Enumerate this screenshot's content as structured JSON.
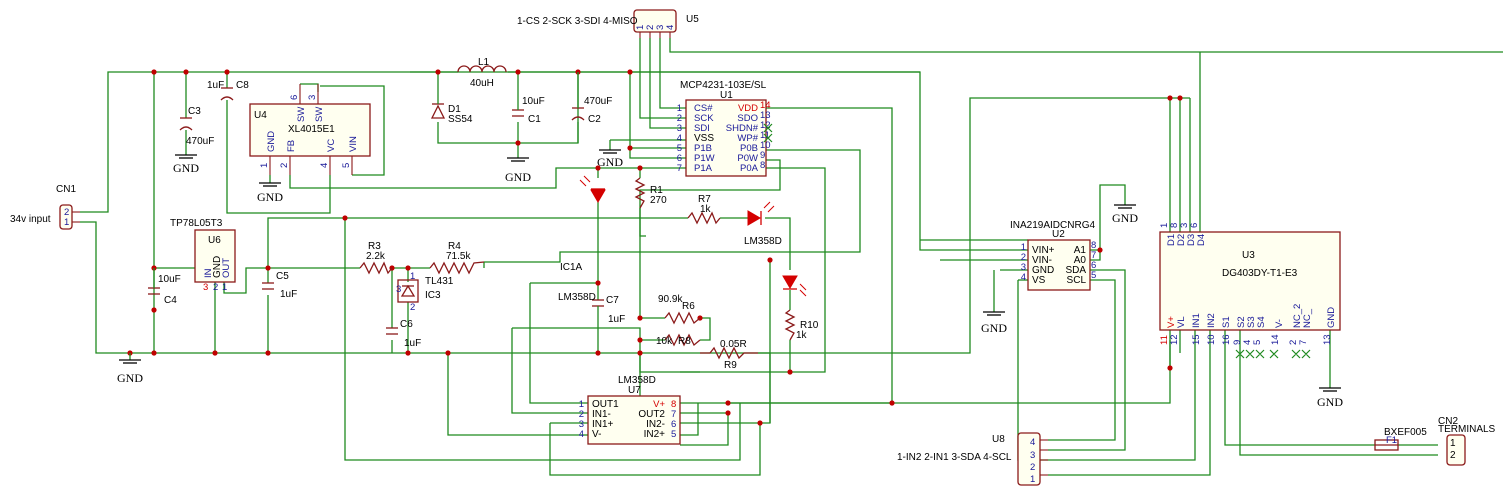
{
  "components": {
    "cn1": {
      "ref": "CN1",
      "label": "34v input",
      "pins": [
        "2",
        "1"
      ]
    },
    "u4": {
      "ref": "U4",
      "value": "XL4015E1",
      "pins": [
        "GND",
        "FB",
        "SW",
        "SW",
        "VC",
        "VIN"
      ],
      "pin_numbers": [
        "1",
        "2",
        "6",
        "3",
        "4",
        "5"
      ]
    },
    "c8": {
      "ref": "C8",
      "value": "1uF"
    },
    "c3": {
      "ref": "C3",
      "value": "470uF"
    },
    "l1": {
      "ref": "L1",
      "value": "40uH"
    },
    "d1": {
      "ref": "D1",
      "value": "SS54"
    },
    "c1": {
      "ref": "C1",
      "value": "10uF"
    },
    "c2": {
      "ref": "C2",
      "value": "470uF"
    },
    "u5": {
      "ref": "U5",
      "label": "1-CS 2-SCK 3-SDI 4-MISO",
      "pins": [
        "1",
        "2",
        "3",
        "4"
      ]
    },
    "u1": {
      "ref": "U1",
      "value": "MCP4231-103E/SL",
      "left_pins": [
        "CS#",
        "SCK",
        "SDI",
        "VSS",
        "P1B",
        "P1W",
        "P1A"
      ],
      "left_numbers": [
        "1",
        "2",
        "3",
        "4",
        "5",
        "6",
        "7"
      ],
      "right_pins": [
        "VDD",
        "SDO",
        "SHDN#",
        "WP#",
        "P0B",
        "P0W",
        "P0A"
      ],
      "right_numbers": [
        "14",
        "13",
        "12",
        "11",
        "10",
        "9",
        "8"
      ]
    },
    "u6": {
      "ref": "U6",
      "value": "TP78L05T3",
      "pins": [
        "IN",
        "GND",
        "OUT"
      ],
      "pin_numbers": [
        "3",
        "2",
        "1"
      ]
    },
    "c4": {
      "ref": "C4",
      "value": "10uF"
    },
    "c5": {
      "ref": "C5",
      "value": "1uF"
    },
    "r3": {
      "ref": "R3",
      "value": "2.2k"
    },
    "r4": {
      "ref": "R4",
      "value": "71.5k"
    },
    "ic3": {
      "ref": "IC3",
      "value": "TL431",
      "pins": [
        "1",
        "3",
        "2"
      ]
    },
    "c6": {
      "ref": "C6",
      "value": "1uF"
    },
    "ic1a": {
      "ref": "IC1A",
      "value": "LM358D"
    },
    "c7": {
      "ref": "C7",
      "value": "1uF",
      "extra": "LM358D"
    },
    "r1": {
      "ref": "R1",
      "value": "270"
    },
    "r7": {
      "ref": "R7",
      "value": "1k"
    },
    "led_label": {
      "value": "LM358D"
    },
    "r6": {
      "ref": "R6",
      "value": "90.9k"
    },
    "r8": {
      "ref": "R8",
      "value": "10k"
    },
    "r9": {
      "ref": "R9",
      "value": "0.05R"
    },
    "r10": {
      "ref": "R10",
      "value": "1k"
    },
    "u7": {
      "ref": "U7",
      "value": "LM358D",
      "left_pins": [
        "OUT1",
        "IN1-",
        "IN1+",
        "V-"
      ],
      "left_numbers": [
        "1",
        "2",
        "3",
        "4"
      ],
      "right_pins": [
        "V+",
        "OUT2",
        "IN2-",
        "IN2+"
      ],
      "right_numbers": [
        "8",
        "7",
        "6",
        "5"
      ]
    },
    "u2": {
      "ref": "U2",
      "value": "INA219AIDCNRG4",
      "left_pins": [
        "VIN+",
        "VIN-",
        "GND",
        "VS"
      ],
      "left_numbers": [
        "1",
        "2",
        "3",
        "4"
      ],
      "right_pins": [
        "A1",
        "A0",
        "SDA",
        "SCL"
      ],
      "right_numbers": [
        "8",
        "7",
        "6",
        "5"
      ]
    },
    "u3": {
      "ref": "U3",
      "value": "DG403DY-T1-E3",
      "top_pins": [
        "D1",
        "D2",
        "D3",
        "D4"
      ],
      "top_numbers": [
        "1",
        "8",
        "3",
        "6"
      ],
      "bottom_pins": [
        "V+",
        "VL",
        "IN1",
        "IN2",
        "S1",
        "S2",
        "S3",
        "S4",
        "V-",
        "NC_2",
        "NC_",
        "GND"
      ],
      "bottom_numbers": [
        "11",
        "12",
        "15",
        "10",
        "16",
        "9",
        "4",
        "5",
        "14",
        "2",
        "7",
        "13"
      ]
    },
    "u8": {
      "ref": "U8",
      "label": "1-IN2 2-IN1 3-SDA 4-SCL",
      "pins": [
        "4",
        "3",
        "2",
        "1"
      ]
    },
    "f1": {
      "ref": "F1",
      "value": "BXEF005"
    },
    "cn2": {
      "ref": "CN2",
      "value": "TERMINALS",
      "pins": [
        "1",
        "2"
      ]
    }
  },
  "ground_label": "GND"
}
